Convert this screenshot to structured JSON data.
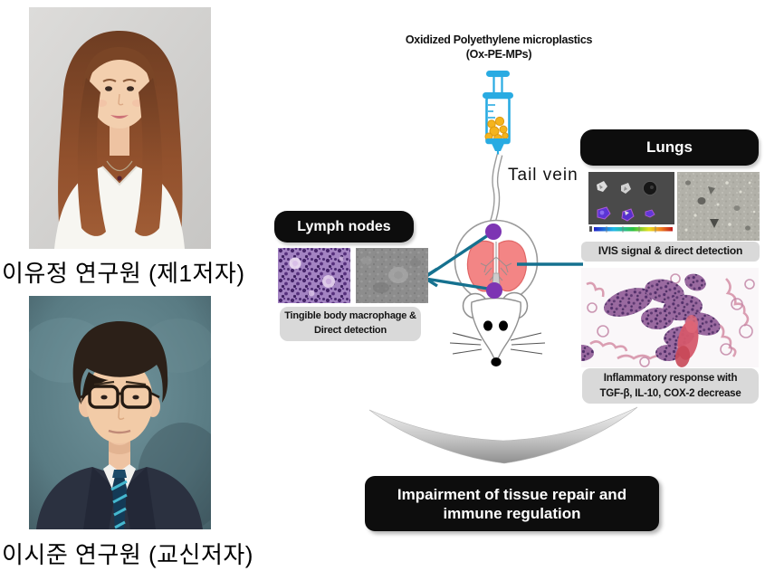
{
  "authors": [
    {
      "caption": "이유정 연구원 (제1저자)"
    },
    {
      "caption": "이시준 연구원 (교신저자)"
    }
  ],
  "diagram": {
    "title": {
      "line1": "Oxidized Polyethylene microplastics",
      "line2": "(Ox-PE-MPs)"
    },
    "injection_route_label": "Tail vein",
    "panels": {
      "lymph": {
        "header": "Lymph nodes",
        "caption_line1": "Tingible body macrophage &",
        "caption_line2": "Direct detection"
      },
      "lungs": {
        "header": "Lungs",
        "ivis_caption": "IVIS signal & direct detection",
        "histology_caption_line1": "Inflammatory response with",
        "histology_caption_line2": "TGF-β, IL-10, COX-2 decrease"
      }
    },
    "conclusion": {
      "line1": "Impairment of tissue repair and",
      "line2": "immune regulation"
    },
    "colors": {
      "syringe_cyan": "#29abe2",
      "particle_yellow": "#f5b41d",
      "connector_teal": "#15718f",
      "lymph_node_purple": "#7d35b3",
      "lung_pink": "#f38585",
      "panel_black": "#0d0d0d",
      "caption_gray": "#d9d9d9"
    }
  }
}
